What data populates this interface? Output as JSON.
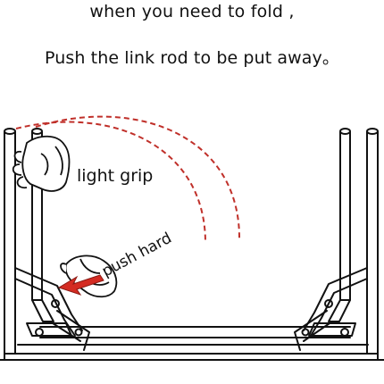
{
  "captions": {
    "line1": "when you need to fold ,",
    "line2": "Push the link rod to be put away。"
  },
  "labels": {
    "light_grip": "light grip",
    "push_hard": "push hard"
  },
  "colors": {
    "line": "#111111",
    "dashed_arc": "#c0302a",
    "arrow": "#d42b22"
  },
  "icons": [
    "hand-grip-icon",
    "hand-push-icon",
    "push-arrow-icon"
  ]
}
